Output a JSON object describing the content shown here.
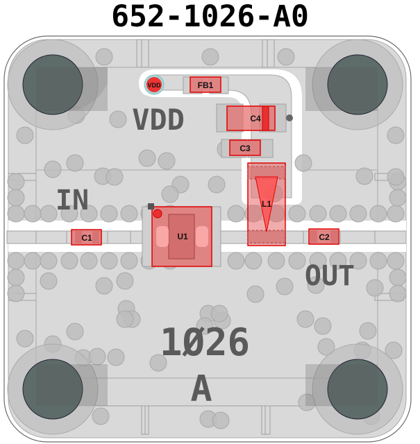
{
  "title": "652-1026-A0",
  "silkscreen": {
    "vdd": "VDD",
    "in": "IN",
    "out": "OUT",
    "part_number": "1Ø26",
    "revision": "A"
  },
  "components": [
    {
      "ref": "FB1",
      "type": "ferrite-bead"
    },
    {
      "ref": "C4",
      "type": "capacitor"
    },
    {
      "ref": "C3",
      "type": "capacitor"
    },
    {
      "ref": "C1",
      "type": "capacitor"
    },
    {
      "ref": "U1",
      "type": "ic"
    },
    {
      "ref": "L1",
      "type": "inductor"
    },
    {
      "ref": "C2",
      "type": "capacitor"
    }
  ],
  "pads": {
    "vdd_pad_label": "VDD"
  },
  "colors": {
    "board": "#d9d9d9",
    "via": "#bdbdbd",
    "mount_hole": "#5d6b69",
    "component_fill": "#e66a6a",
    "component_stroke": "#e00000",
    "silkscreen": "#5a5a5a",
    "trace_gap": "#ffffff"
  }
}
